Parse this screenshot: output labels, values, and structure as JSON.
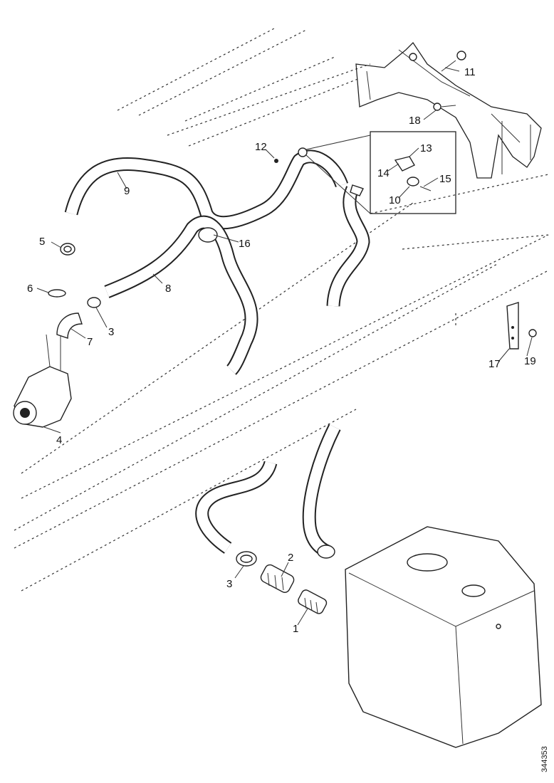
{
  "callouts": {
    "c1": "1",
    "c2": "2",
    "c3a": "3",
    "c3b": "3",
    "c4": "4",
    "c5": "5",
    "c6": "6",
    "c7": "7",
    "c8": "8",
    "c9": "9",
    "c10": "10",
    "c11": "11",
    "c12": "12",
    "c13": "13",
    "c14": "14",
    "c15": "15",
    "c16": "16",
    "c17": "17",
    "c18": "18",
    "c19": "19"
  },
  "document_id": "344353"
}
